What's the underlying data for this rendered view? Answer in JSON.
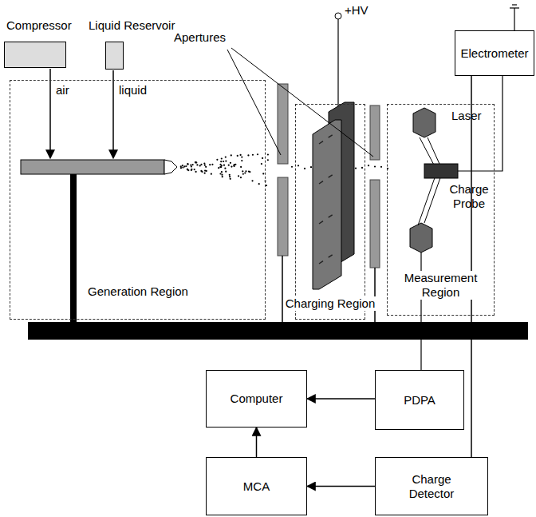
{
  "diagram": {
    "nodes": [
      {
        "text": [
          "Compressor"
        ]
      },
      {
        "text": [
          "Liquid Reservoir"
        ]
      },
      {
        "text": [
          "Electrometer"
        ]
      },
      {
        "text": [
          "Generation Region"
        ]
      },
      {
        "text": [
          "Charging Region"
        ]
      },
      {
        "text": [
          "Measurement Region"
        ]
      },
      {
        "text": [
          "Computer"
        ]
      },
      {
        "text": [
          "PDPA"
        ]
      },
      {
        "text": [
          "MCA"
        ]
      },
      {
        "text": [
          "Charge Detector"
        ]
      }
    ],
    "edges": [
      {
        "from": 7,
        "to": 6,
        "arrow": "to"
      },
      {
        "from": 8,
        "to": 6,
        "arrow": "to"
      },
      {
        "from": 9,
        "to": 8,
        "arrow": "to"
      },
      {
        "from": 2,
        "to": 9,
        "arrow": "none"
      }
    ],
    "labels": [
      "air",
      "liquid",
      "Apertures",
      "+HV",
      "Laser",
      "Charge Probe"
    ]
  }
}
